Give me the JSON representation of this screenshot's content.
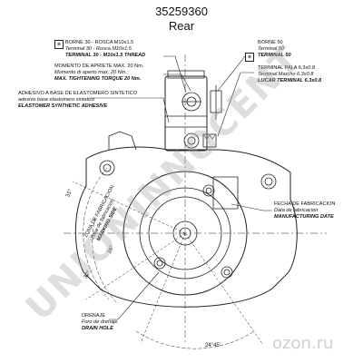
{
  "header": {
    "part_number": "35259360",
    "view": "Rear"
  },
  "callouts": {
    "terminal_30": {
      "box_symbol": "⊗",
      "es": "BORNE 30 - ROSCA M10x1.5",
      "it": "Terminal 30 - Rosca M10x1.5",
      "en": "TERMINAL 30 - M10x1.5 THREAD"
    },
    "torque": {
      "es": "MOMENTO DE APRIETE MAX. 20 Nm.",
      "it": "Momento di aperto max. 20 Nm.",
      "en": "MAX. TIGHTENING TORQUE 20 Nm."
    },
    "adhesive": {
      "es": "ADHESIVO A BASE DE ELASTOMERO SINTETICO",
      "it": "adesivo base elastomero sintetico",
      "en": "ELASTOMER SYNTHETIC ADHESIVE"
    },
    "terminal_50": {
      "box_symbol": "⊗",
      "es": "BORNE 50",
      "it": "Terminal 50",
      "en": "TERMINAL 50"
    },
    "lucar": {
      "es": "TERMINAL PALA 6.3x0.8",
      "it": "Terminal Marcho 6.3x0.8",
      "en": "LUCAR TERMINAL 6.3x0.8"
    },
    "date": {
      "es": "FECHA DE FABRICACION",
      "it": "Data de fabricacion",
      "en": "MANUFACTURING DATE"
    },
    "drain": {
      "es": "DRENAJE",
      "it": "Foro de drenaje",
      "en": "DRAIN HOLE"
    },
    "fab_zone": {
      "es": "ZONA DE FABRICACION",
      "it": "Zona de fabricacion",
      "en": "MARKING SIDE"
    }
  },
  "dimensions": {
    "angle_a": "31°",
    "angle_b": "32°",
    "angle_c": "26°",
    "angle_d": "24°45'"
  },
  "watermark": {
    "brand": "UNIONINNOCENT",
    "site": "ozon.ru"
  }
}
